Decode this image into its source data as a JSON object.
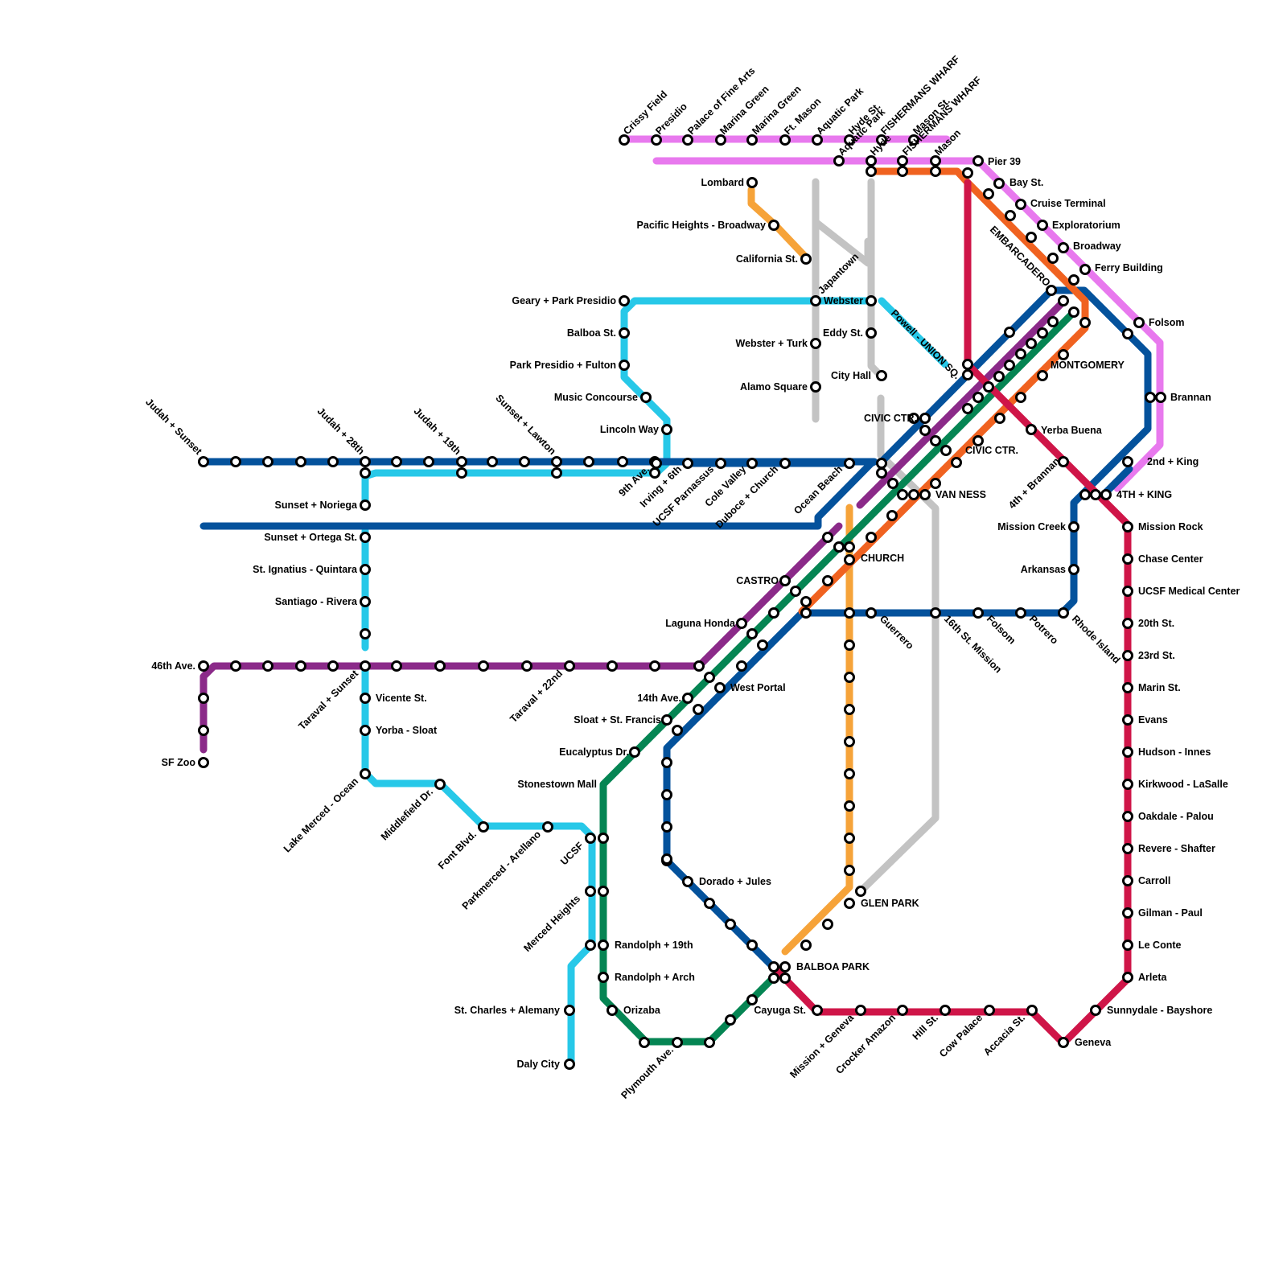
{
  "map": {
    "lines": [
      {
        "id": "grey-a",
        "color": "#c3c3c3"
      },
      {
        "id": "grey-b",
        "color": "#c3c3c3"
      },
      {
        "id": "grey-c",
        "color": "#c3c3c3"
      },
      {
        "id": "grey-d",
        "color": "#c3c3c3"
      },
      {
        "id": "pink-bay",
        "color": "#e879ee"
      },
      {
        "id": "pink-waterfront",
        "color": "#e879ee"
      },
      {
        "id": "orange-north",
        "color": "#f6a339"
      },
      {
        "id": "orange-south",
        "color": "#f6a339"
      },
      {
        "id": "cyan",
        "color": "#27c8e8"
      },
      {
        "id": "blue-judah",
        "color": "#04529c"
      },
      {
        "id": "blue-lower",
        "color": "#04529c"
      },
      {
        "id": "blue-portal",
        "color": "#04529c"
      },
      {
        "id": "blue-east",
        "color": "#04529c"
      },
      {
        "id": "purple",
        "color": "#8b2a89"
      },
      {
        "id": "green",
        "color": "#058553"
      },
      {
        "id": "red-orange",
        "color": "#f06220"
      },
      {
        "id": "crimson",
        "color": "#cf1548"
      }
    ],
    "labels": [
      {
        "text": "Crissy Field"
      },
      {
        "text": "Presidio"
      },
      {
        "text": "Palace of Fine Arts"
      },
      {
        "text": "Marina Green"
      },
      {
        "text": "Marina Green"
      },
      {
        "text": "Ft. Mason"
      },
      {
        "text": "Aquatic Park"
      },
      {
        "text": "Hyde St."
      },
      {
        "text": "Aquatic Park"
      },
      {
        "text": "FISHERMANS WHARF"
      },
      {
        "text": "Hyde"
      },
      {
        "text": "FISHERMANS WHARF"
      },
      {
        "text": "Mason St."
      },
      {
        "text": "Mason"
      },
      {
        "text": "Pier 39"
      },
      {
        "text": "Bay St."
      },
      {
        "text": "Cruise Terminal"
      },
      {
        "text": "Exploratorium"
      },
      {
        "text": "Broadway"
      },
      {
        "text": "Ferry Building"
      },
      {
        "text": "EMBARCADERO"
      },
      {
        "text": "Folsom"
      },
      {
        "text": "MONTGOMERY"
      },
      {
        "text": "Brannan"
      },
      {
        "text": "Yerba Buena"
      },
      {
        "text": "2nd + King"
      },
      {
        "text": "4TH + KING"
      },
      {
        "text": "4th + Brannan"
      },
      {
        "text": "Mission Rock"
      },
      {
        "text": "Chase Center"
      },
      {
        "text": "UCSF Medical Center"
      },
      {
        "text": "20th St."
      },
      {
        "text": "23rd St."
      },
      {
        "text": "Marin St."
      },
      {
        "text": "Evans"
      },
      {
        "text": "Hudson - Innes"
      },
      {
        "text": "Kirkwood - LaSalle"
      },
      {
        "text": "Oakdale - Palou"
      },
      {
        "text": "Revere - Shafter"
      },
      {
        "text": "Carroll"
      },
      {
        "text": "Gilman - Paul"
      },
      {
        "text": "Le Conte"
      },
      {
        "text": "Arleta"
      },
      {
        "text": "Sunnydale - Bayshore"
      },
      {
        "text": "Geneva"
      },
      {
        "text": "Accacia St."
      },
      {
        "text": "Cow Palace"
      },
      {
        "text": "Hill St."
      },
      {
        "text": "Crocker Amazon"
      },
      {
        "text": "Mission + Geneva"
      },
      {
        "text": "Cayuga St."
      },
      {
        "text": "BALBOA PARK"
      },
      {
        "text": "GLEN PARK"
      },
      {
        "text": "Dorado + Jules"
      },
      {
        "text": "Plymouth Ave."
      },
      {
        "text": "Orizaba"
      },
      {
        "text": "Randolph + Arch"
      },
      {
        "text": "Randolph + 19th"
      },
      {
        "text": "Daly City"
      },
      {
        "text": "St. Charles + Alemany"
      },
      {
        "text": "Merced Heights"
      },
      {
        "text": "Parkmerced - Arellano"
      },
      {
        "text": "UCSF"
      },
      {
        "text": "Font Blvd."
      },
      {
        "text": "Middlefield Dr."
      },
      {
        "text": "Lake Merced - Ocean"
      },
      {
        "text": "Yorba - Sloat"
      },
      {
        "text": "Vicente St."
      },
      {
        "text": "Taraval + Sunset"
      },
      {
        "text": "Taraval + 22nd"
      },
      {
        "text": "46th Ave."
      },
      {
        "text": "SF Zoo"
      },
      {
        "text": "Stonestown Mall"
      },
      {
        "text": "Eucalyptus Dr."
      },
      {
        "text": "Sloat + St. Francis"
      },
      {
        "text": "14th Ave."
      },
      {
        "text": "West Portal"
      },
      {
        "text": "Laguna Honda"
      },
      {
        "text": "CASTRO"
      },
      {
        "text": "CHURCH"
      },
      {
        "text": "Guerrero"
      },
      {
        "text": "16th St. Mission"
      },
      {
        "text": "Folsom"
      },
      {
        "text": "Potrero"
      },
      {
        "text": "Rhode Island"
      },
      {
        "text": "Arkansas"
      },
      {
        "text": "Mission Creek"
      },
      {
        "text": "VAN NESS"
      },
      {
        "text": "CIVIC CTR."
      },
      {
        "text": "CIVIC CTR."
      },
      {
        "text": "Powell - UNION SQ."
      },
      {
        "text": "City Hall"
      },
      {
        "text": "Eddy St."
      },
      {
        "text": "Webster"
      },
      {
        "text": "Japantown"
      },
      {
        "text": "Webster + Turk"
      },
      {
        "text": "Alamo Square"
      },
      {
        "text": "California St."
      },
      {
        "text": "Pacific Heights - Broadway"
      },
      {
        "text": "Lombard"
      },
      {
        "text": "Geary + Park Presidio"
      },
      {
        "text": "Balboa St."
      },
      {
        "text": "Park Presidio + Fulton"
      },
      {
        "text": "Music Concourse"
      },
      {
        "text": "Lincoln Way"
      },
      {
        "text": "9th Ave."
      },
      {
        "text": "Irving + 6th"
      },
      {
        "text": "UCSF Parnassus"
      },
      {
        "text": "Cole Valley"
      },
      {
        "text": "Duboce + Church"
      },
      {
        "text": "Ocean Beach"
      },
      {
        "text": "Judah + Sunset"
      },
      {
        "text": "Judah + 28th"
      },
      {
        "text": "Judah + 19th"
      },
      {
        "text": "Sunset + Lawton"
      },
      {
        "text": "Sunset + Noriega"
      },
      {
        "text": "Sunset + Ortega St."
      },
      {
        "text": "St. Ignatius - Quintara"
      },
      {
        "text": "Santiago - Rivera"
      }
    ]
  }
}
